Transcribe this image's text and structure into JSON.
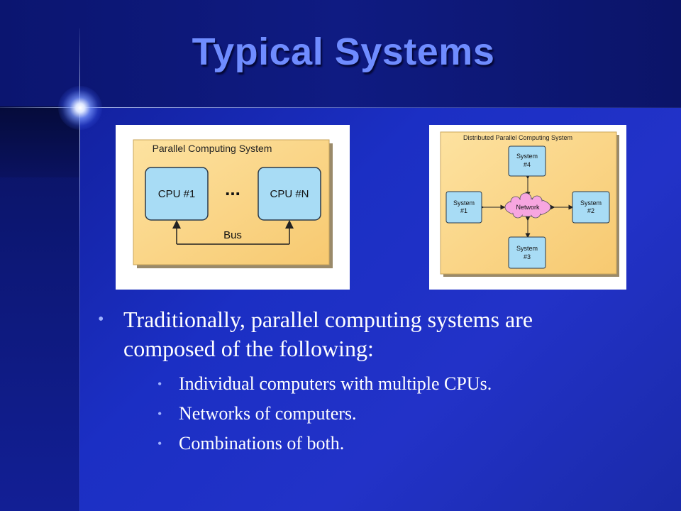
{
  "slide": {
    "title": "Typical Systems"
  },
  "diagram_left": {
    "title": "Parallel Computing System",
    "cpu_first": "CPU #1",
    "cpu_last": "CPU #N",
    "ellipsis": "...",
    "bus_label": "Bus"
  },
  "diagram_right": {
    "title": "Distributed Parallel Computing System",
    "network_label": "Network",
    "systems": {
      "top": [
        "System",
        "#4"
      ],
      "left": [
        "System",
        "#1"
      ],
      "right": [
        "System",
        "#2"
      ],
      "bottom": [
        "System",
        "#3"
      ]
    }
  },
  "bullets": {
    "main": "Traditionally, parallel computing systems are composed of the following:",
    "subitems": [
      "Individual computers with multiple CPUs.",
      "Networks of computers.",
      "Combinations of both."
    ]
  },
  "colors": {
    "title": "#6f8cff",
    "panel_fill": "#fbd98a",
    "cpu_fill": "#a8dcf5",
    "network_fill": "#f7a6e0"
  }
}
